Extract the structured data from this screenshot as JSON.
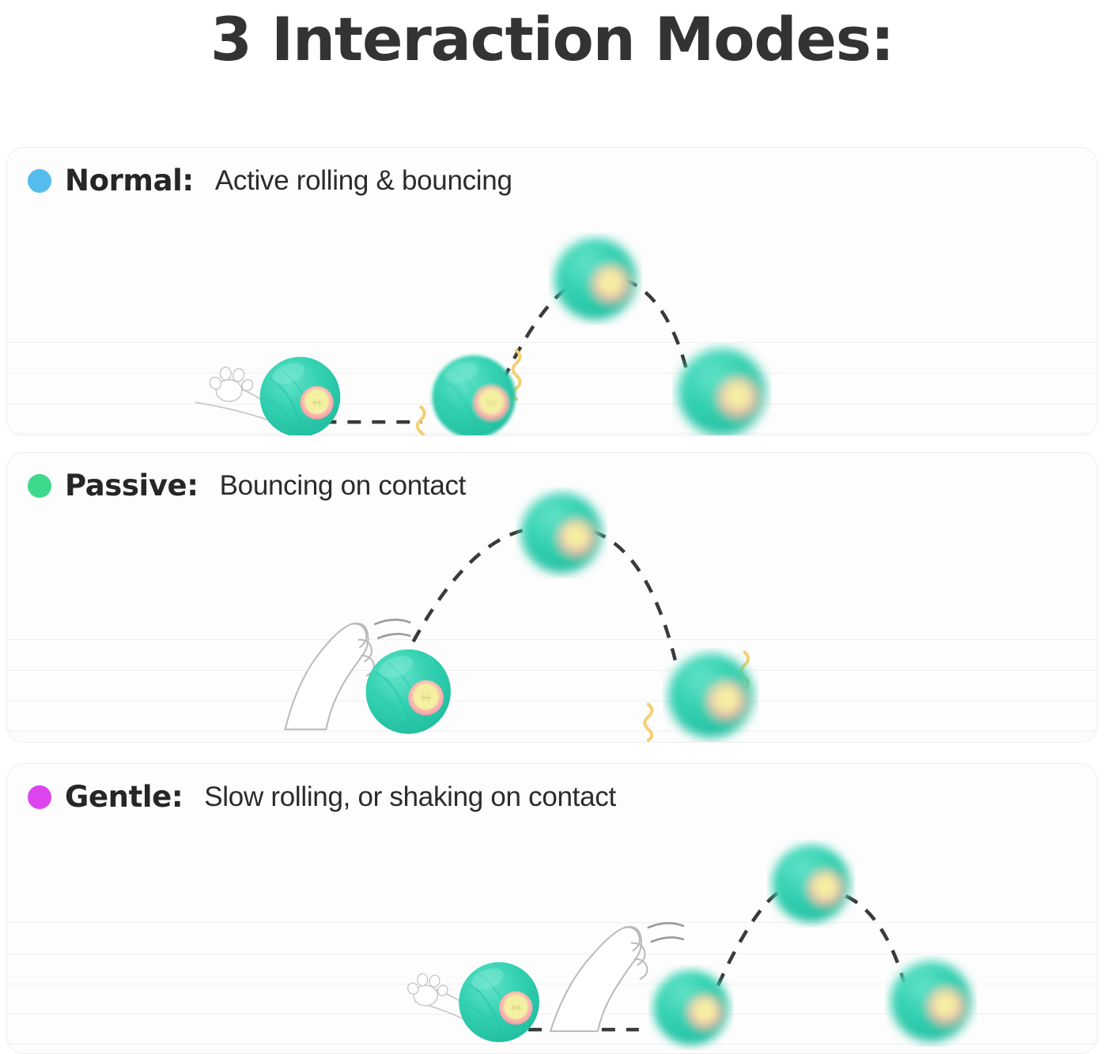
{
  "page": {
    "title": "3 Interaction Modes:",
    "background": "#ffffff"
  },
  "colors": {
    "title_text": "#333333",
    "card_background": "#fdfdfd",
    "card_border": "#eceded",
    "rule_line": "#efefef",
    "ball_body": "#2ecfb0",
    "ball_body_light": "#5fe0c6",
    "ball_ring": "#f6a8b0",
    "ball_core": "#f2f0a0",
    "trajectory": "#3a3a3a",
    "paw_outline": "#b9b9b9",
    "vibration": "#f5d77a",
    "normal_dot": "#55bdee",
    "passive_dot": "#3dd98c",
    "gentle_dot": "#dd44ee"
  },
  "modes": [
    {
      "id": "normal",
      "dot_color": "#55bdee",
      "title": "Normal:",
      "description": "Active rolling & bouncing",
      "elements": {
        "paw_print": true,
        "cat_paw": false,
        "vibration_marks": 2,
        "balls": 4,
        "trajectory": "roll-then-arc"
      }
    },
    {
      "id": "passive",
      "dot_color": "#3dd98c",
      "title": "Passive:",
      "description": "Bouncing on contact",
      "elements": {
        "paw_print": false,
        "cat_paw": true,
        "vibration_marks": 2,
        "balls": 3,
        "trajectory": "single-arc"
      }
    },
    {
      "id": "gentle",
      "dot_color": "#dd44ee",
      "title": "Gentle:",
      "description": "Slow rolling, or shaking on contact",
      "elements": {
        "paw_print": true,
        "cat_paw": true,
        "vibration_marks": 0,
        "balls": 4,
        "trajectory": "roll-then-arc"
      }
    }
  ]
}
